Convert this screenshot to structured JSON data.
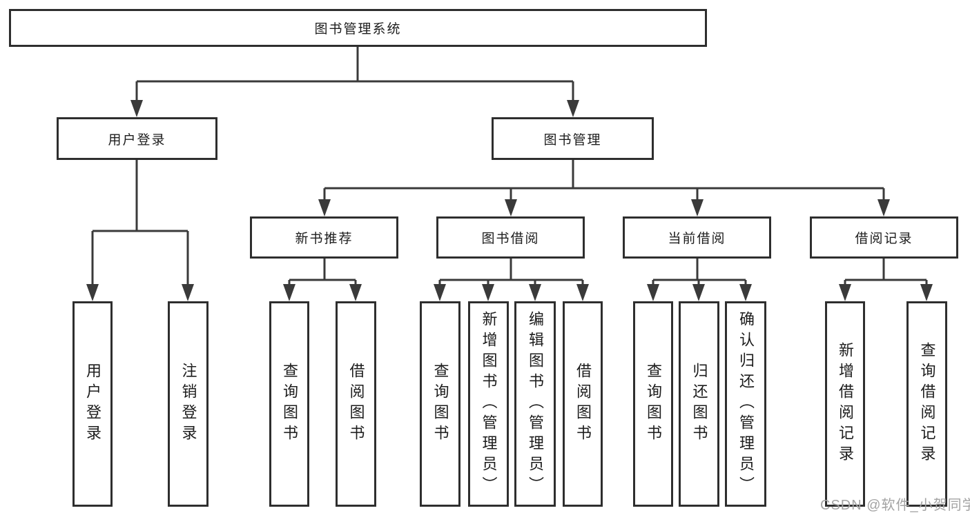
{
  "colors": {
    "line": "#3a3a3a",
    "box_border": "#2e2e2e",
    "text": "#1c1c1c",
    "watermark": "#a3a3a3",
    "background": "#ffffff"
  },
  "root": {
    "label": "图书管理系统"
  },
  "level1": [
    {
      "label": "用户登录"
    },
    {
      "label": "图书管理"
    }
  ],
  "level2": [
    {
      "label": "新书推荐"
    },
    {
      "label": "图书借阅"
    },
    {
      "label": "当前借阅"
    },
    {
      "label": "借阅记录"
    }
  ],
  "leaves": {
    "login": [
      "用户登录",
      "注销登录"
    ],
    "recommend": [
      "查询图书",
      "借阅图书"
    ],
    "borrow": [
      "查询图书",
      "新增图书（管理员）",
      "编辑图书（管理员）",
      "借阅图书"
    ],
    "current": [
      "查询图书",
      "归还图书",
      "确认归还（管理员）"
    ],
    "records": [
      "新增借阅记录",
      "查询借阅记录"
    ]
  },
  "watermark": "CSDN @软件_小贺同学"
}
